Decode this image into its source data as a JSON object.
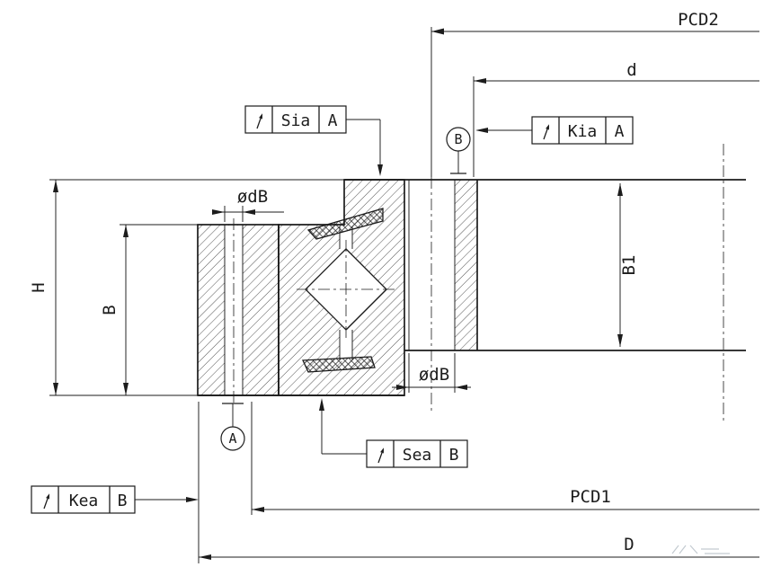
{
  "labels": {
    "pcd2": "PCD2",
    "d": "d",
    "pcd1": "PCD1",
    "outer_diameter": "D",
    "height": "H",
    "left_ring_width": "B",
    "right_ring_width": "B1",
    "bolt_hole_dia_top": "ødB",
    "bolt_hole_dia_bottom": "ødB"
  },
  "datums": {
    "a": "A",
    "b": "B"
  },
  "frames": {
    "sia": {
      "symbol": "circular-runout-arrow",
      "label": "Sia",
      "datum": "A"
    },
    "kia": {
      "symbol": "circular-runout-arrow",
      "label": "Kia",
      "datum": "A"
    },
    "sea": {
      "symbol": "circular-runout-arrow",
      "label": "Sea",
      "datum": "B"
    },
    "kea": {
      "symbol": "circular-runout-arrow",
      "label": "Kea",
      "datum": "B"
    }
  },
  "colors": {
    "line": "#1c1c1c",
    "background": "#ffffff"
  }
}
